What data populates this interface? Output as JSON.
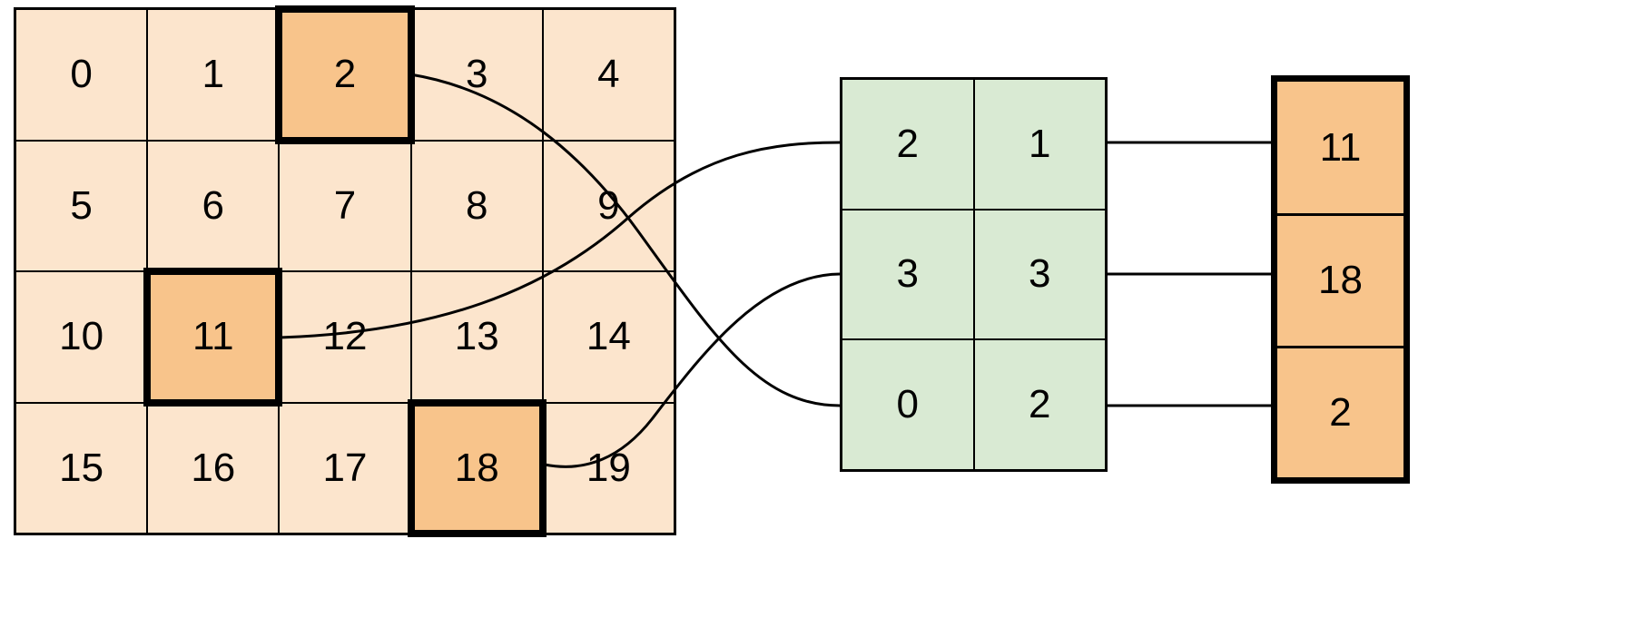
{
  "colors": {
    "grid_fill": "#fce5cd",
    "highlight_fill": "#f8c48b",
    "index_fill": "#d9ead3",
    "output_fill": "#f8c48b",
    "line": "#000000"
  },
  "grid": {
    "rows": 4,
    "cols": 5,
    "cells": [
      "0",
      "1",
      "2",
      "3",
      "4",
      "5",
      "6",
      "7",
      "8",
      "9",
      "10",
      "11",
      "12",
      "13",
      "14",
      "15",
      "16",
      "17",
      "18",
      "19"
    ],
    "highlighted": [
      2,
      11,
      18
    ]
  },
  "index_table": {
    "rows": [
      [
        "2",
        "1"
      ],
      [
        "3",
        "3"
      ],
      [
        "0",
        "2"
      ]
    ]
  },
  "output": {
    "values": [
      "11",
      "18",
      "2"
    ]
  },
  "connections": [
    {
      "from": "grid-cell-11",
      "to": "index-row-0"
    },
    {
      "from": "grid-cell-18",
      "to": "index-row-1"
    },
    {
      "from": "grid-cell-2",
      "to": "index-row-2"
    },
    {
      "from": "index-row-0",
      "to": "output-cell-0"
    },
    {
      "from": "index-row-1",
      "to": "output-cell-1"
    },
    {
      "from": "index-row-2",
      "to": "output-cell-2"
    }
  ]
}
